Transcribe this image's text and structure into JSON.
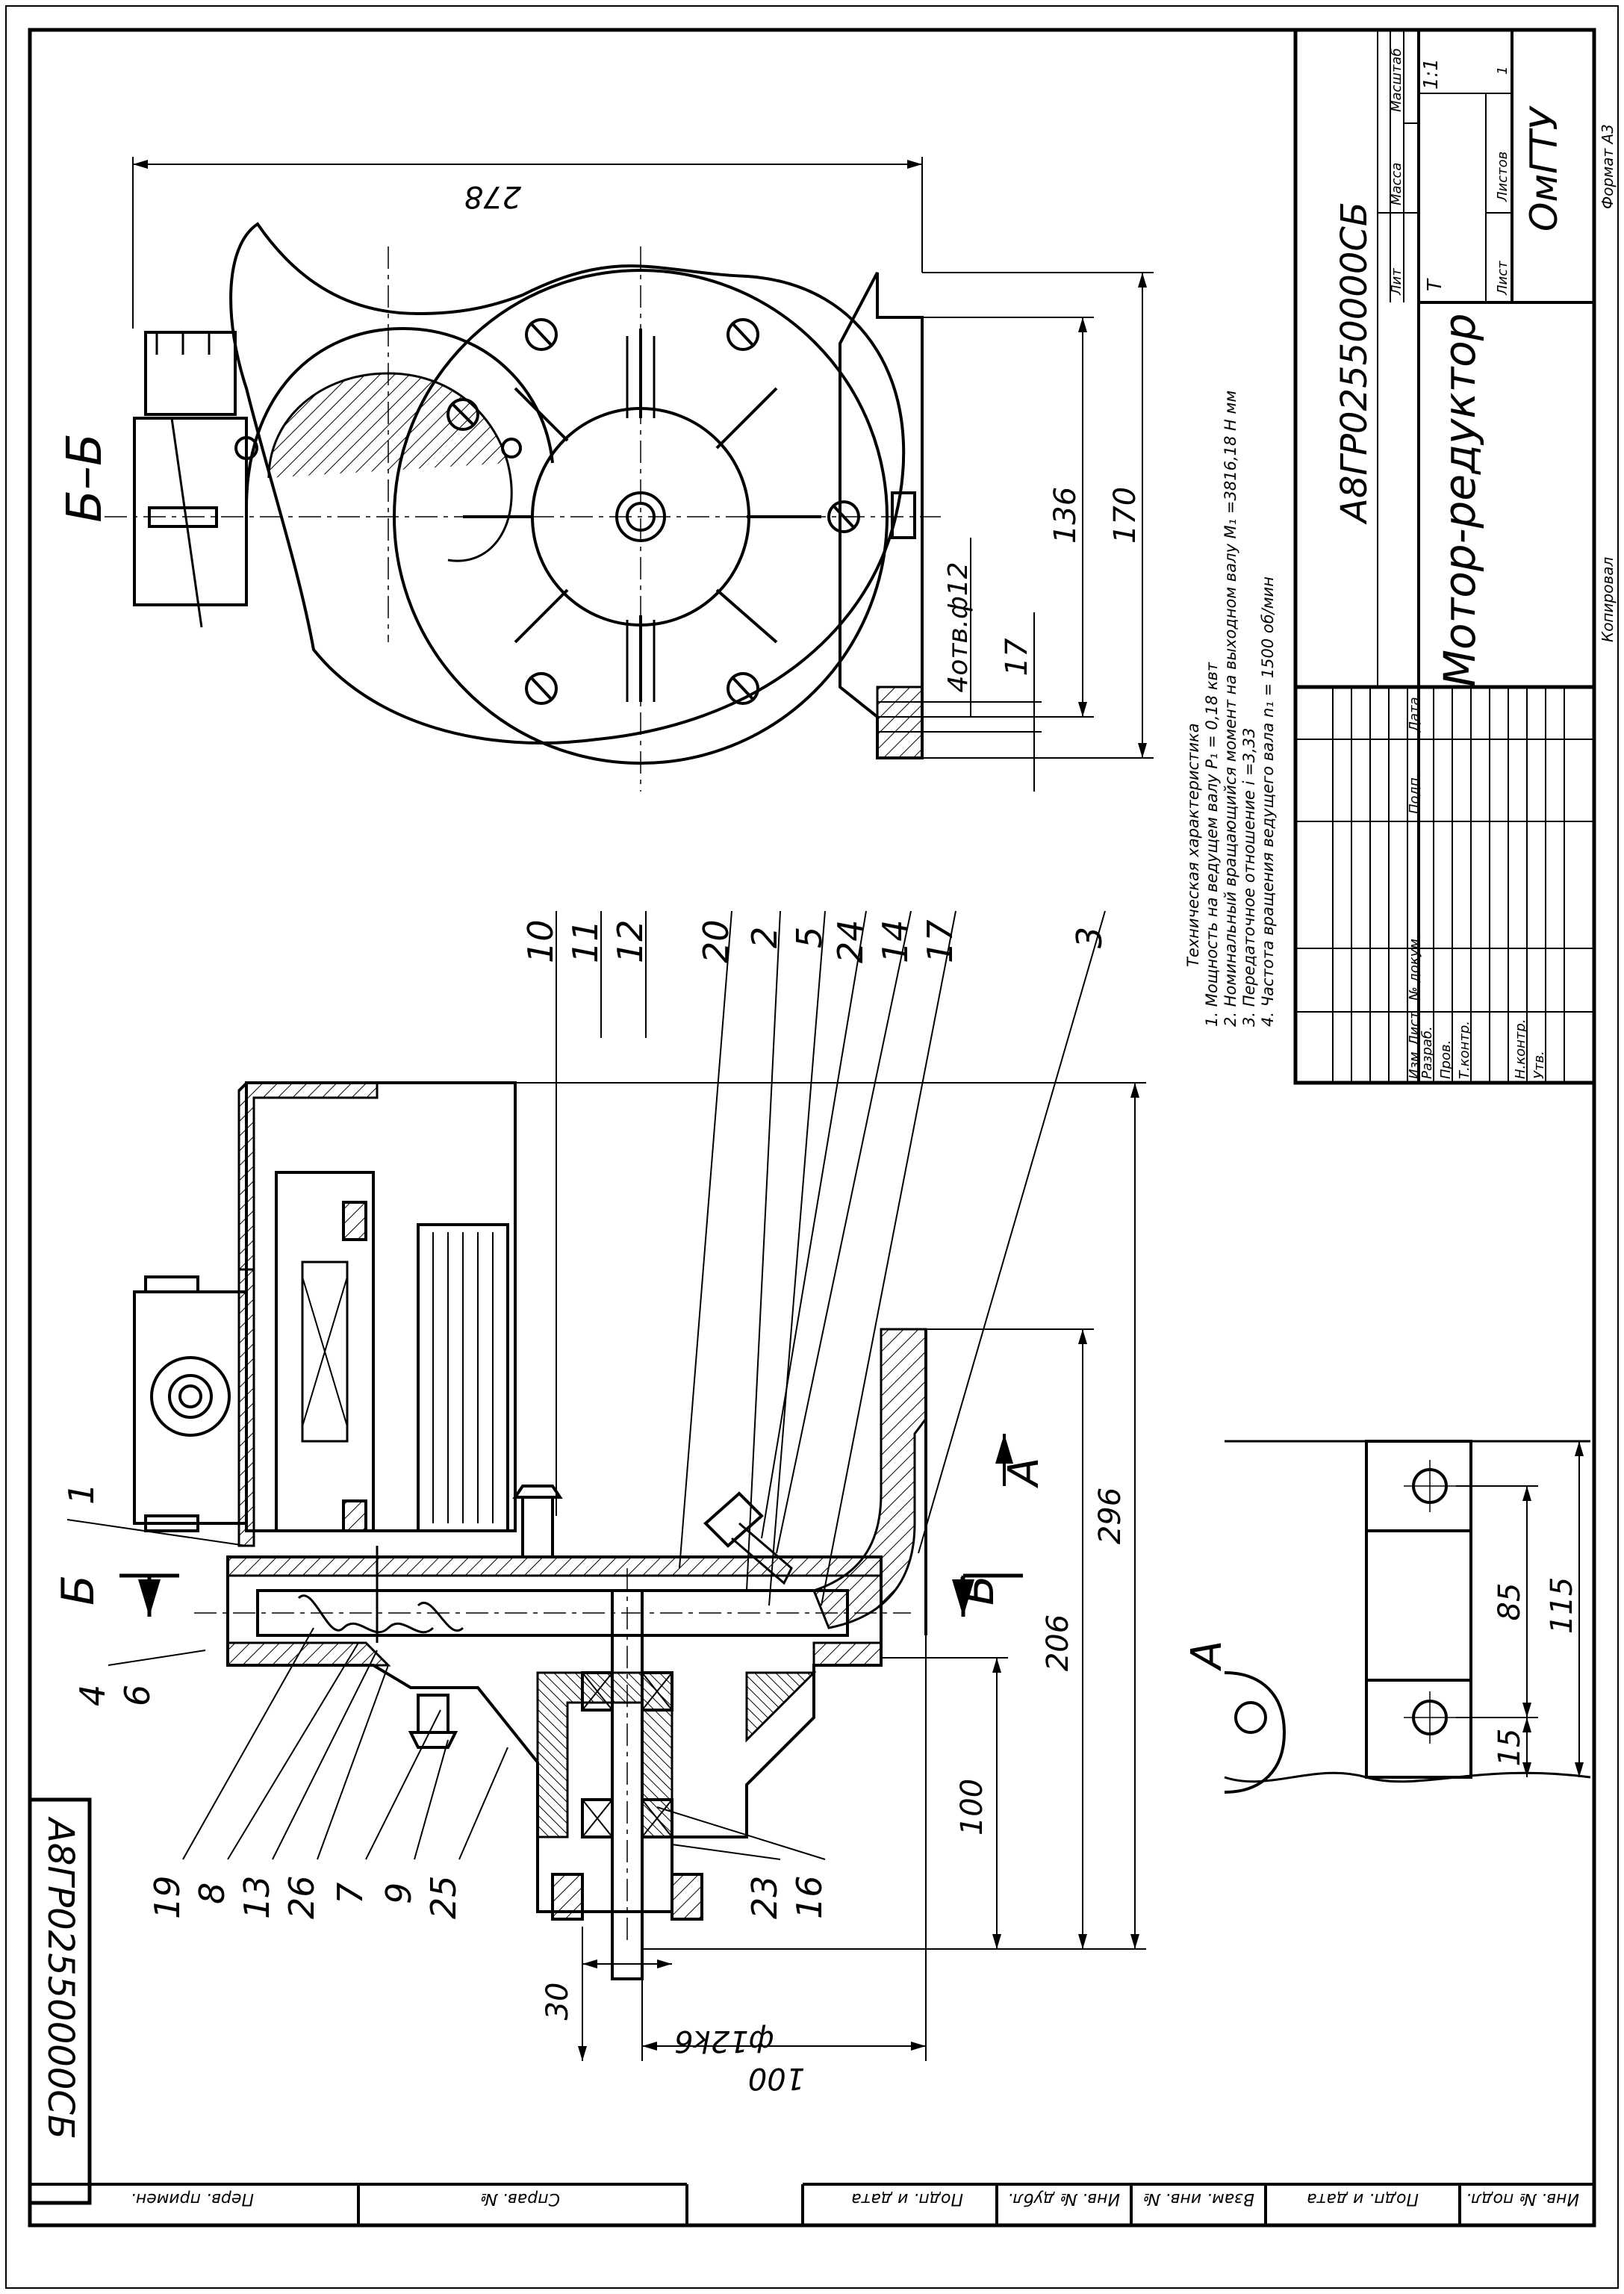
{
  "section_label": "Б–Б",
  "view_label": "А",
  "cut_label_b": "Б",
  "designation": "А8ГР02550000СБ",
  "stamp_designation": "А8ГР02550000СБ",
  "part_name": "Мотор-редуктор",
  "organization": "ОмГТУ",
  "copied": "Копировал",
  "format": "Формат  А3",
  "title_block": {
    "lit": "Лит",
    "mass": "Масса",
    "scale_label": "Масштаб",
    "scale": "1:1",
    "lit_value": "Т",
    "sheet": "Лист",
    "sheets": "Листов",
    "sheets_value": "1",
    "izm": "Изм",
    "list": "Лист",
    "doc": "№ докум.",
    "sign": "Подп.",
    "date": "Дата",
    "roles": [
      "Разраб.",
      "Пров.",
      "Т.контр.",
      "",
      "Н.контр.",
      "Утв."
    ]
  },
  "tech_spec": {
    "title": "Техническая характеристика",
    "lines": [
      "1. Мощность на ведущем валу P₁ = 0,18 квт",
      "2. Номинальный вращающийся момент на выходном валу M₁ =3816,18 Н мм",
      "3. Передаточное отношение i =3,33",
      "4. Частота вращения ведущего вала n₁ = 1500 об/мин"
    ]
  },
  "dimensions": {
    "d278": "278",
    "d170": "170",
    "d136": "136",
    "d17": "17",
    "holes": "4отв.ф12",
    "d296": "296",
    "d206": "206",
    "d100a": "100",
    "d100b": "100",
    "d30": "30",
    "shaft": "ф12k6",
    "d85": "85",
    "d115": "115",
    "d15": "15"
  },
  "positions": {
    "p1": "1",
    "p10": "10",
    "p11": "11",
    "p12": "12",
    "p20": "20",
    "p2": "2",
    "p5": "5",
    "p24": "24",
    "p14": "14",
    "p17": "17",
    "p3": "3",
    "p4": "4",
    "p6": "6",
    "p19": "19",
    "p8": "8",
    "p13": "13",
    "p26": "26",
    "p7": "7",
    "p9": "9",
    "p25": "25",
    "p23": "23",
    "p16": "16"
  },
  "bottom_stamp": {
    "perv": "Перв. примен.",
    "sprav": "Справ. №",
    "podp_data1": "Подп. и дата",
    "inv_dubl": "Инв. № дубл.",
    "vzam": "Взам. инв. №",
    "podp_data2": "Подп. и дата",
    "inv_podl": "Инв. № подл."
  }
}
